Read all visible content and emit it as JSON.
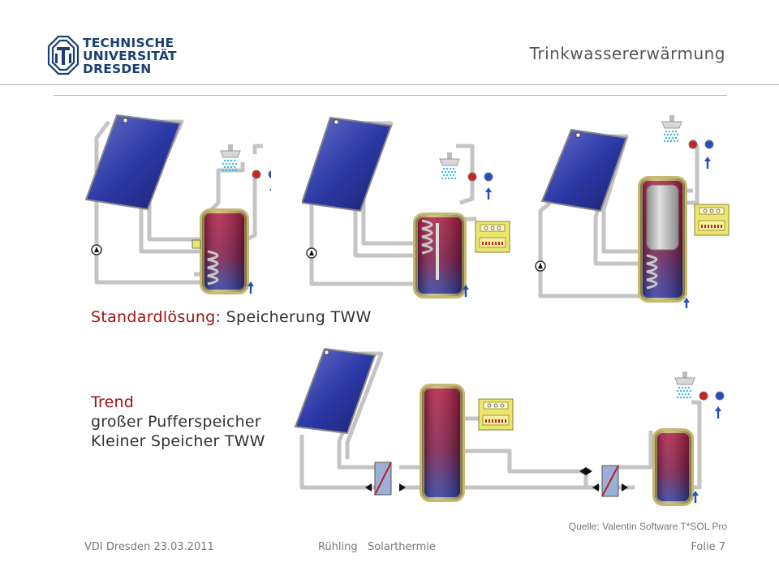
{
  "header": {
    "logo_lines": [
      "TECHNISCHE",
      "UNIVERSITÄT",
      "DRESDEN"
    ],
    "title": "Trinkwassererwärmung"
  },
  "captions": {
    "standard_red": "Standardlösung",
    "standard_rest": ": Speicherung TWW",
    "trend_red": "Trend",
    "trend_line2": "großer Pufferspeicher",
    "trend_line3": "Kleiner Speicher TWW"
  },
  "source": "Quelle: Valentin Software T*SOL Pro",
  "footer": {
    "left": "VDI Dresden 23.03.2011",
    "center": "Rühling   Solarthermie",
    "right": "Folie 7"
  },
  "colors": {
    "brand": "#1c3f73",
    "accent_red": "#a01010",
    "pipe": "#c8c8c8",
    "panel": "#2b3aa0",
    "tank_red": "#8a1030",
    "controller": "#e8e070"
  }
}
